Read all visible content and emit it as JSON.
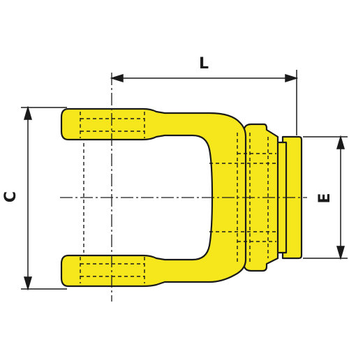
{
  "dimensions": {
    "L": "L",
    "C": "C",
    "E": "E"
  },
  "colors": {
    "part_fill": "#f5e71c",
    "outline": "#1a1a1a",
    "hidden_line": "#1a1a1a",
    "dimension_line": "#1a1a1a"
  }
}
